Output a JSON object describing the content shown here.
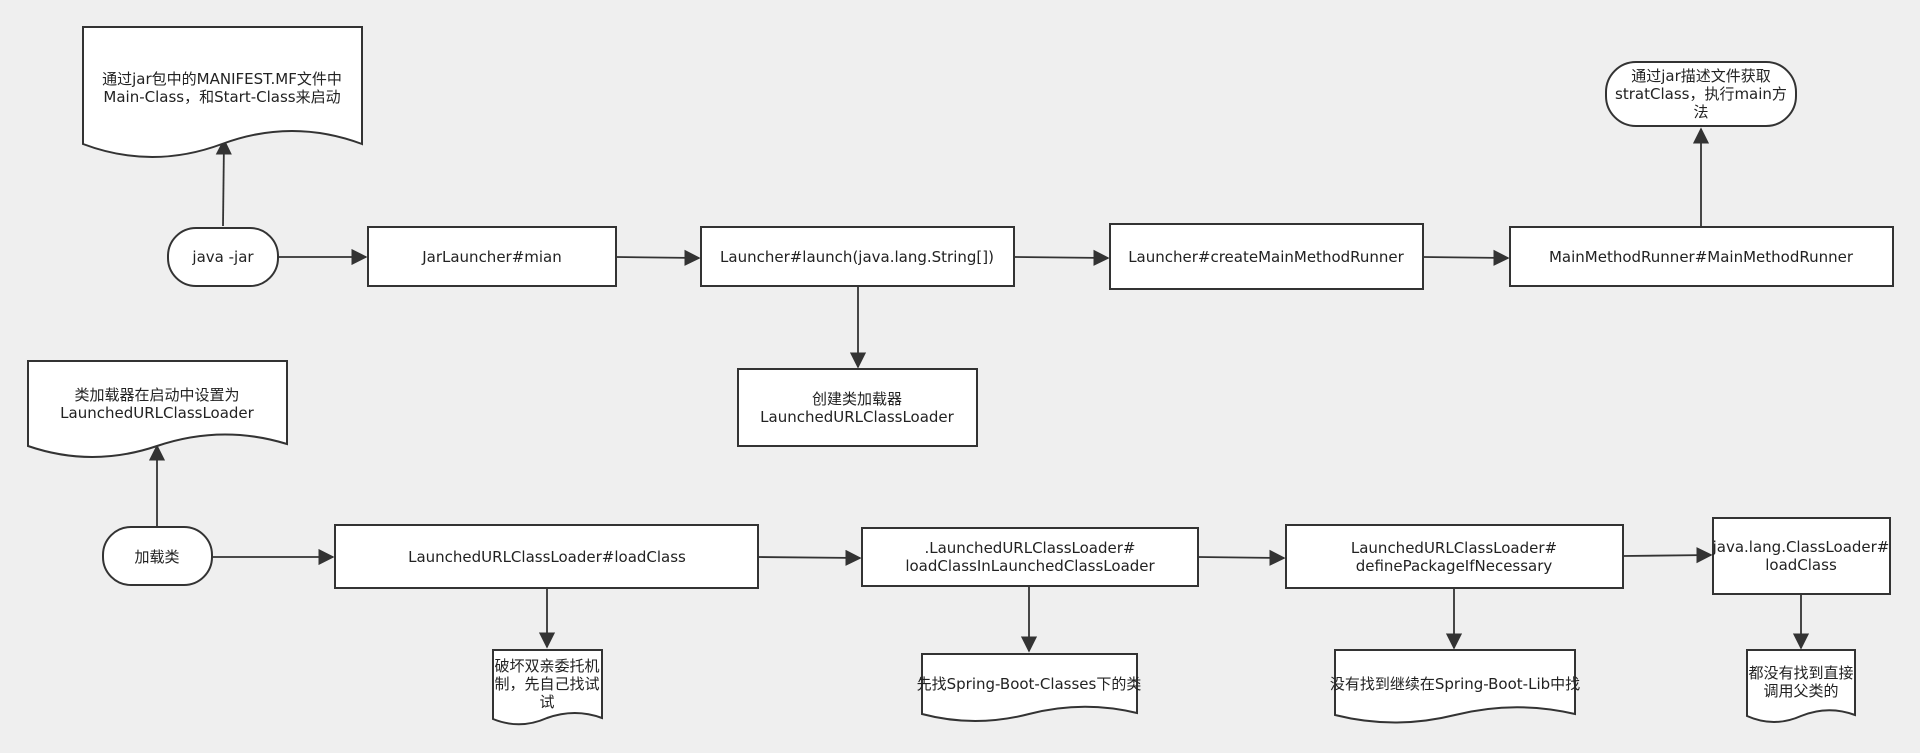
{
  "nodes": {
    "n_java_jar": {
      "lines": [
        "java -jar"
      ]
    },
    "n_manifest_note": {
      "lines": [
        "通过jar包中的MANIFEST.MF文件中",
        "Main-Class，和Start-Class来启动"
      ]
    },
    "n_jarlauncher": {
      "lines": [
        "JarLauncher#mian"
      ]
    },
    "n_launcher_launch": {
      "lines": [
        "Launcher#launch(java.lang.String[])"
      ]
    },
    "n_create_runner": {
      "lines": [
        "Launcher#createMainMethodRunner"
      ]
    },
    "n_mainmethodrunner": {
      "lines": [
        "MainMethodRunner#MainMethodRunner"
      ]
    },
    "n_startclass_note": {
      "lines": [
        "通过jar描述文件获取",
        "stratClass，执行main方",
        "法"
      ]
    },
    "n_create_loader": {
      "lines": [
        "创建类加载器",
        "LaunchedURLClassLoader"
      ]
    },
    "n_loader_note": {
      "lines": [
        "类加载器在启动中设置为",
        "LaunchedURLClassLoader"
      ]
    },
    "n_load_class": {
      "lines": [
        "加载类"
      ]
    },
    "n_loadclass_method": {
      "lines": [
        "LaunchedURLClassLoader#loadClass"
      ]
    },
    "n_break_parent_note": {
      "lines": [
        "破坏双亲委托机",
        "制，先自己找试",
        "试"
      ]
    },
    "n_loadclass_in": {
      "lines": [
        ".LaunchedURLClassLoader#",
        "loadClassInLaunchedClassLoader"
      ]
    },
    "n_classes_note": {
      "lines": [
        "先找Spring-Boot-Classes下的类"
      ]
    },
    "n_define_package": {
      "lines": [
        "LaunchedURLClassLoader#",
        "definePackageIfNecessary"
      ]
    },
    "n_lib_note": {
      "lines": [
        "没有找到继续在Spring-Boot-Lib中找"
      ]
    },
    "n_java_classloader": {
      "lines": [
        "java.lang.ClassLoader#",
        "loadClass"
      ]
    },
    "n_parent_note": {
      "lines": [
        "都没有找到直接",
        "调用父类的"
      ]
    }
  },
  "colors": {
    "background": "#efefef",
    "shape_fill": "#ffffff",
    "stroke": "#333333",
    "text": "#222222"
  }
}
